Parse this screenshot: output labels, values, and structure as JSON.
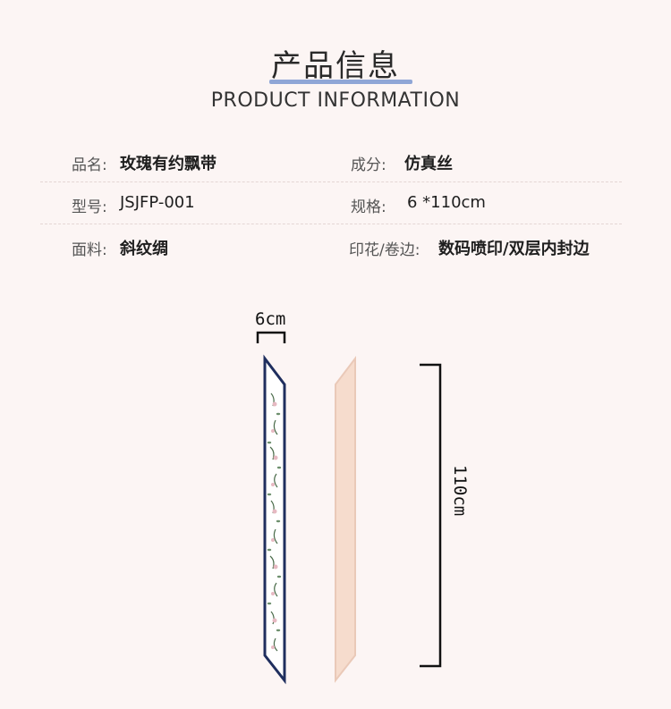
{
  "header": {
    "title_zh": "产品信息",
    "title_en": "PRODUCT INFORMATION",
    "underline_color": "#8fa6d6"
  },
  "info": {
    "name_label": "品名:",
    "name_value": "玫瑰有约飘带",
    "composition_label": "成分:",
    "composition_value": "仿真丝",
    "model_label": "型号:",
    "model_value": "JSJFP-001",
    "spec_label": "规格:",
    "spec_value": "6 *110cm",
    "fabric_label": "面料:",
    "fabric_value": "斜纹绸",
    "print_label": "印花/卷边:",
    "print_value": "数码喷印/双层内封边"
  },
  "diagram": {
    "width_label": "6cm",
    "length_label": "110cm",
    "front_border_color": "#1f2e5e",
    "back_fill_color": "#f6dccd"
  }
}
